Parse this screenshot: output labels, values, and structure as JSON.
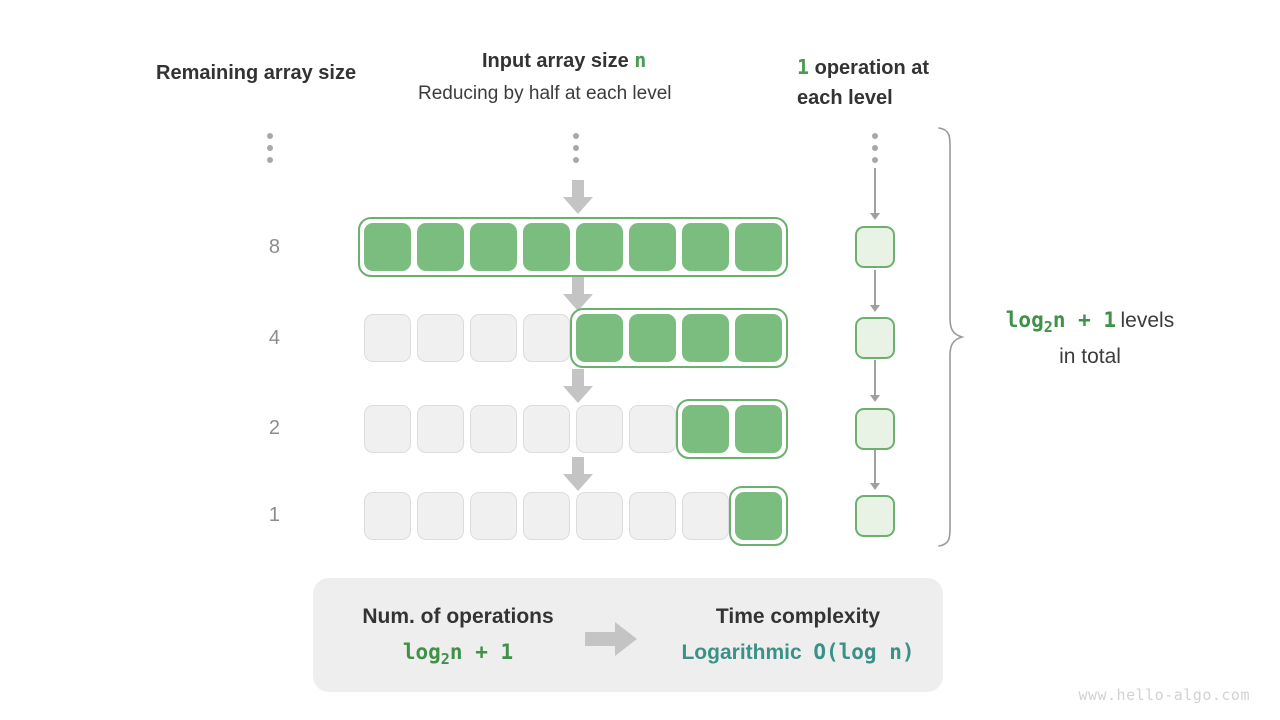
{
  "headers": {
    "left": "Remaining array size",
    "center_title_prefix": "Input array size ",
    "center_title_symbol": "n",
    "center_subtitle": "Reducing by half at each level",
    "right_count": "1",
    "right_line1_rest": " operation at",
    "right_line2": "each level"
  },
  "rows": [
    {
      "label": "8",
      "total_cells": 8,
      "filled": 8,
      "filled_start": 0
    },
    {
      "label": "4",
      "total_cells": 8,
      "filled": 4,
      "filled_start": 4
    },
    {
      "label": "2",
      "total_cells": 8,
      "filled": 2,
      "filled_start": 6
    },
    {
      "label": "1",
      "total_cells": 8,
      "filled": 1,
      "filled_start": 7
    }
  ],
  "annotation": {
    "formula": "log₂n + 1",
    "formula_base": "log",
    "formula_sub": "2",
    "formula_tail": "n + 1",
    "text_line1": "levels",
    "text_line2": "in total"
  },
  "summary": {
    "left_title": "Num. of operations",
    "left_value_base": "log",
    "left_value_sub": "2",
    "left_value_tail": "n + 1",
    "right_title": "Time complexity",
    "right_value_word": "Logarithmic",
    "right_value_notation": "O(log n)"
  },
  "watermark": "www.hello-algo.com",
  "colors": {
    "green_fill": "#7bbd7e",
    "green_border": "#6bb06e",
    "green_text": "#3f9147",
    "light_green_fill": "#e8f3e6",
    "teal_text": "#3a9188",
    "empty_fill": "#f0f0f0",
    "empty_border": "#dcdcdc",
    "grey_arrow": "#c4c4c4",
    "summary_bg": "#eeeeee",
    "label_grey": "#8c8c8c"
  }
}
